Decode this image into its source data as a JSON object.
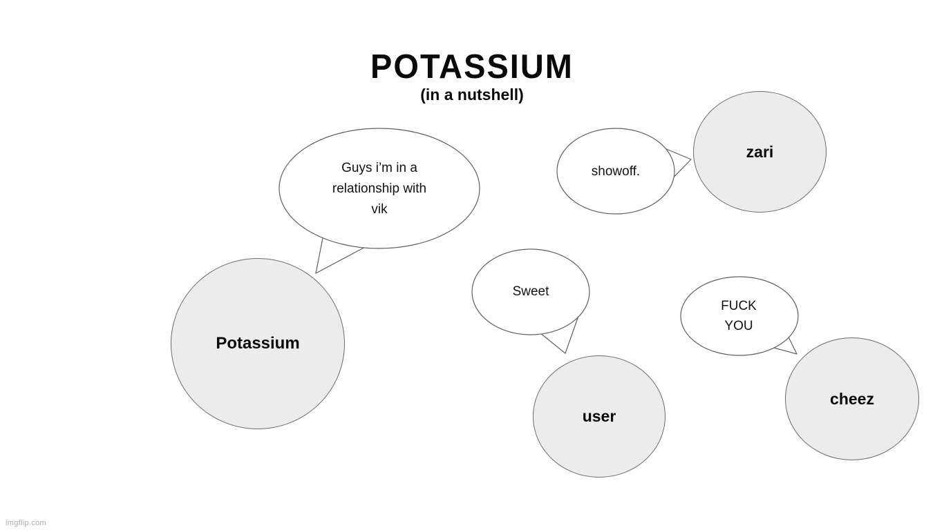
{
  "title": "POTASSIUM",
  "subtitle": "(in a nutshell)",
  "watermark": "imgflip.com",
  "colors": {
    "circle_fill": "#ececec",
    "outline": "#5f5f5f",
    "background": "#ffffff"
  },
  "characters": {
    "potassium": {
      "label": "Potassium"
    },
    "zari": {
      "label": "zari"
    },
    "user": {
      "label": "user"
    },
    "cheez": {
      "label": "cheez"
    }
  },
  "speech": {
    "potassium": "Guys i’m in a relationship with vik",
    "zari": "showoff.",
    "user": "Sweet",
    "cheez": "FUCK YOU"
  }
}
